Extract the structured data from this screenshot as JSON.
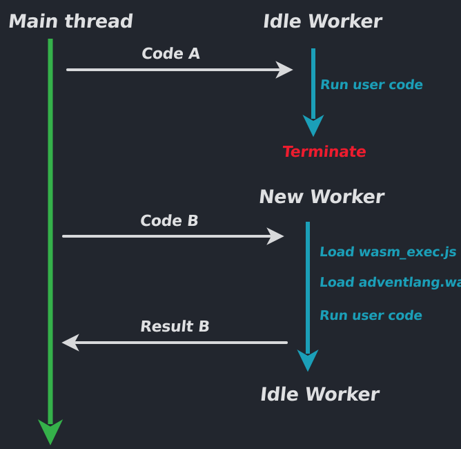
{
  "diagram": {
    "type": "sequence-diagram",
    "background_color": "#22262e",
    "colors": {
      "background": "#22262e",
      "main_thread_lifeline": "#35b14a",
      "worker_activity": "#1b9fb8",
      "message_arrow": "#d8d9db",
      "lane_title_text": "#dfe0e2",
      "terminate_text": "#ed1c2e"
    },
    "lanes": [
      {
        "id": "main-thread",
        "title": "Main thread"
      },
      {
        "id": "worker",
        "titles": [
          "Idle Worker",
          "New Worker",
          "Idle Worker"
        ]
      }
    ],
    "titles": {
      "main_thread": "Main thread",
      "idle_worker_top": "Idle Worker",
      "new_worker": "New Worker",
      "idle_worker_bottom": "Idle Worker"
    },
    "messages": [
      {
        "id": "code-a",
        "label": "Code A",
        "direction": "right"
      },
      {
        "id": "code-b",
        "label": "Code B",
        "direction": "right"
      },
      {
        "id": "result-b",
        "label": "Result B",
        "direction": "left"
      }
    ],
    "steps": {
      "first_activation": [
        "Run user code"
      ],
      "second_activation": [
        "Load wasm_exec.js",
        "Load adventlang.wasm",
        "Run user code"
      ]
    },
    "step_labels": {
      "run_user_code_1": "Run user code",
      "load_wasm_exec": "Load wasm_exec.js",
      "load_adventlang": "Load adventlang.wasm",
      "run_user_code_2": "Run user code"
    },
    "annotations": {
      "terminate": "Terminate"
    }
  }
}
